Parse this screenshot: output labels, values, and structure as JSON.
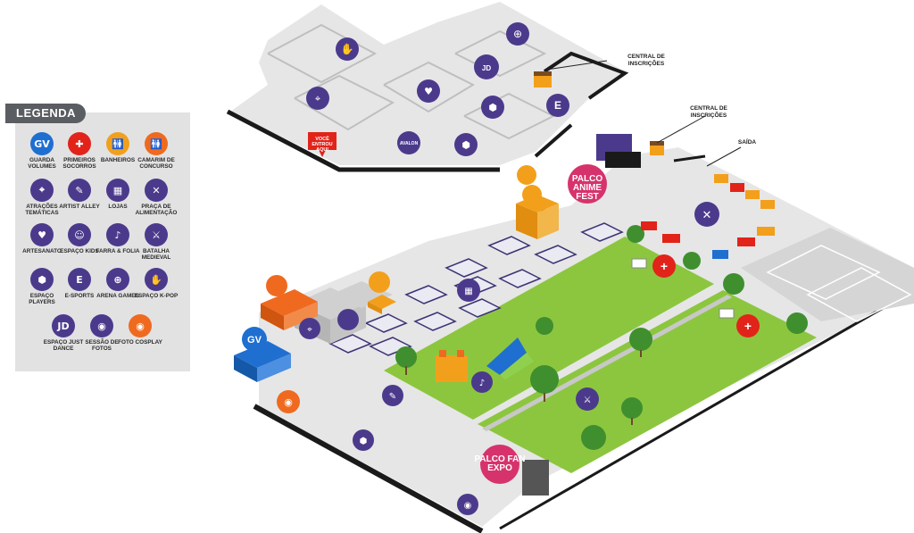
{
  "legend": {
    "title": "LEGENDA",
    "items": [
      {
        "name": "gv-icon",
        "glyph": "GV",
        "color": "#1f6fd1",
        "label": "GUARDA VOLUMES"
      },
      {
        "name": "first-aid-icon",
        "glyph": "✚",
        "color": "#e2231a",
        "label": "PRIMEIROS SOCORROS"
      },
      {
        "name": "restroom-icon",
        "glyph": "🚻",
        "color": "#f2a01b",
        "label": "BANHEIROS"
      },
      {
        "name": "contest-dressing-icon",
        "glyph": "🚻",
        "color": "#ef6a1f",
        "label": "CAMARIM DE CONCURSO"
      },
      {
        "name": "themed-attractions-icon",
        "glyph": "⌖",
        "color": "#4b3a8c",
        "label": "ATRAÇÕES TEMÁTICAS"
      },
      {
        "name": "artist-alley-icon",
        "glyph": "✎",
        "color": "#4b3a8c",
        "label": "ARTIST ALLEY"
      },
      {
        "name": "store-icon",
        "glyph": "▦",
        "color": "#4b3a8c",
        "label": "LOJAS"
      },
      {
        "name": "food-court-icon",
        "glyph": "✕",
        "color": "#4b3a8c",
        "label": "PRAÇA DE ALIMENTAÇÃO"
      },
      {
        "name": "crafts-icon",
        "glyph": "♥",
        "color": "#4b3a8c",
        "label": "ARTESANATO"
      },
      {
        "name": "kids-area-icon",
        "glyph": "☺",
        "color": "#4b3a8c",
        "label": "ESPAÇO KIDS"
      },
      {
        "name": "party-icon",
        "glyph": "♪",
        "color": "#4b3a8c",
        "label": "FARRA & FOLIA"
      },
      {
        "name": "medieval-battle-icon",
        "glyph": "⚔",
        "color": "#4b3a8c",
        "label": "BATALHA MEDIEVAL"
      },
      {
        "name": "players-area-icon",
        "glyph": "⬢",
        "color": "#4b3a8c",
        "label": "ESPAÇO PLAYERS"
      },
      {
        "name": "esports-icon",
        "glyph": "E",
        "color": "#4b3a8c",
        "label": "E-SPORTS"
      },
      {
        "name": "arena-games-icon",
        "glyph": "⊕",
        "color": "#4b3a8c",
        "label": "ARENA GAMES"
      },
      {
        "name": "kpop-icon",
        "glyph": "✋",
        "color": "#4b3a8c",
        "label": "ESPAÇO K-POP"
      },
      {
        "name": "just-dance-icon",
        "glyph": "JD",
        "color": "#4b3a8c",
        "label": "ESPAÇO JUST DANCE"
      },
      {
        "name": "photo-session-icon",
        "glyph": "◉",
        "color": "#4b3a8c",
        "label": "SESSÃO DE FOTOS"
      },
      {
        "name": "cosplay-photo-icon",
        "glyph": "◉",
        "color": "#ef6a1f",
        "label": "FOTO COSPLAY"
      }
    ]
  },
  "callouts": {
    "registration_1": "CENTRAL DE INSCRIÇÕES",
    "registration_2": "CENTRAL DE INSCRIÇÕES",
    "exit": "SAÍDA",
    "you_are_here": "VOCÊ ENTROU AQUI"
  },
  "stages": {
    "anime_fest": "PALCO ANIME FEST",
    "fan_expo": "PALCO FAN EXPO"
  },
  "map_markers": {
    "gv": "GV",
    "esports": "E",
    "avalon": "AVALON"
  },
  "colors": {
    "floor": "#e6e6e6",
    "wall": "#1a1a1a",
    "lawn": "#8cc63f",
    "purple": "#4b3a8c",
    "red": "#e2231a",
    "orange": "#f2a01b",
    "pink": "#d6336c",
    "blue": "#1f6fd1"
  }
}
